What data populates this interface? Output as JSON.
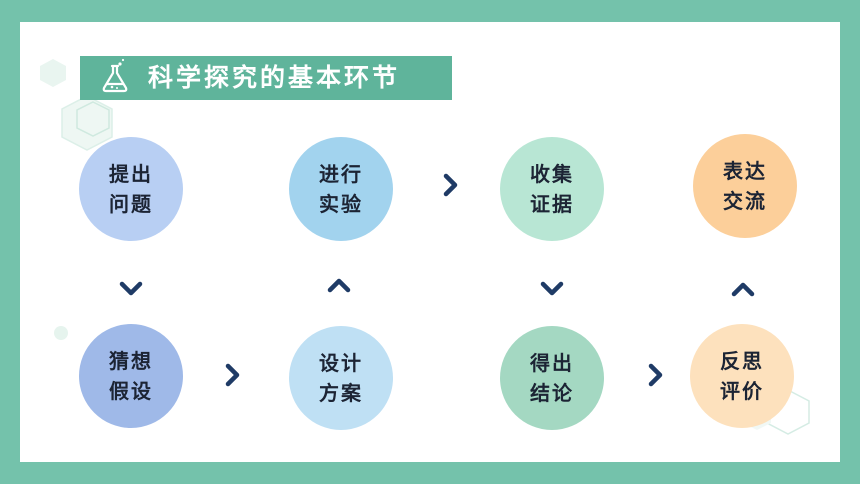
{
  "title": "科学探究的基本环节",
  "title_icon": "flask-icon",
  "colors": {
    "frame": "#74c2ab",
    "title_bar": "#5fb49b",
    "arrow": "#1f3b66"
  },
  "steps": [
    {
      "id": "tichu-wenti",
      "line1": "提出",
      "line2": "问题",
      "color": "#b8cff3"
    },
    {
      "id": "jinxing-shiyan",
      "line1": "进行",
      "line2": "实验",
      "color": "#a2d3ee"
    },
    {
      "id": "shouji-zhengju",
      "line1": "收集",
      "line2": "证据",
      "color": "#b8e6d4"
    },
    {
      "id": "biaoda-jiaoliu",
      "line1": "表达",
      "line2": "交流",
      "color": "#fccf9a"
    },
    {
      "id": "caixiang-jiashe",
      "line1": "猜想",
      "line2": "假设",
      "color": "#9fb9e8"
    },
    {
      "id": "sheji-fangan",
      "line1": "设计",
      "line2": "方案",
      "color": "#bfe0f4"
    },
    {
      "id": "dechu-jielun",
      "line1": "得出",
      "line2": "结论",
      "color": "#a4d8c2"
    },
    {
      "id": "fansi-pingjia",
      "line1": "反思",
      "line2": "评价",
      "color": "#fde1bd"
    }
  ],
  "arrows": [
    {
      "id": "arrow-1",
      "direction": "down",
      "icon": "chevron-down-icon"
    },
    {
      "id": "arrow-2",
      "direction": "right",
      "icon": "chevron-right-icon"
    },
    {
      "id": "arrow-3",
      "direction": "up",
      "icon": "chevron-up-icon"
    },
    {
      "id": "arrow-4",
      "direction": "right",
      "icon": "chevron-right-icon"
    },
    {
      "id": "arrow-5",
      "direction": "down",
      "icon": "chevron-down-icon"
    },
    {
      "id": "arrow-6",
      "direction": "right",
      "icon": "chevron-right-icon"
    },
    {
      "id": "arrow-7",
      "direction": "up",
      "icon": "chevron-up-icon"
    }
  ]
}
